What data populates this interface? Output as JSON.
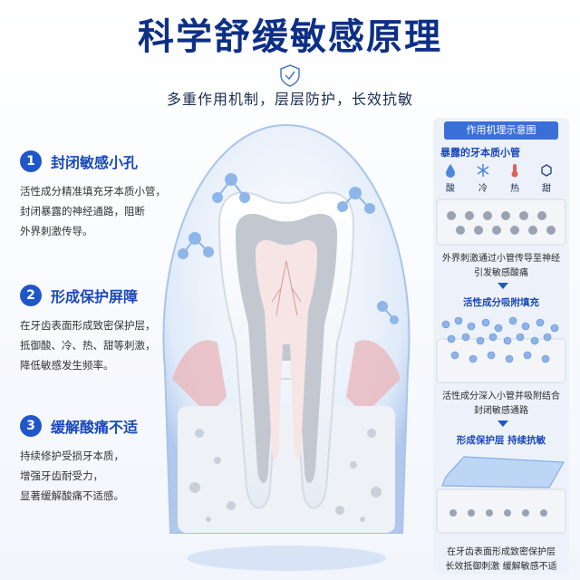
{
  "header": {
    "title": "科学舒缓敏感原理",
    "subtitle": "多重作用机制，层层防护，长效抗敏"
  },
  "features": [
    {
      "num": "1",
      "title": "封闭敏感小孔",
      "desc": "活性成分精准填充牙本质小管，\n封闭暴露的神经通路，阻断\n外界刺激传导。"
    },
    {
      "num": "2",
      "title": "形成保护屏障",
      "desc": "在牙齿表面形成致密保护层，\n抵御酸、冷、热、甜等刺激，\n降低敏感发生频率。"
    },
    {
      "num": "3",
      "title": "缓解酸痛不适",
      "desc": "持续修护受损牙本质，\n增强牙齿耐受力，\n显著缓解酸痛不适感。"
    }
  ],
  "panel": {
    "title": "作用机理示意图",
    "subtitle": "暴露的牙本质小管",
    "stimuli": [
      {
        "label": "酸",
        "icon": "drop-icon"
      },
      {
        "label": "冷",
        "icon": "snowflake-icon"
      },
      {
        "label": "热",
        "icon": "thermometer-icon"
      },
      {
        "label": "甜",
        "icon": "sugar-cube-icon"
      }
    ],
    "caption1": "外界刺激通过小管传导至神经\n引发敏感酸痛",
    "stage2": "活性成分吸附填充",
    "caption2": "活性成分深入小管并吸附结合\n封闭敏感通路",
    "stage3": "形成保护层 持续抗敏",
    "caption3": "在牙齿表面形成致密保护层\n长效抵御刺激 缓解敏感不适"
  },
  "colors": {
    "title": "#0e2f86",
    "accent": "#2057c8",
    "panel_bg": "#edf2fa"
  }
}
